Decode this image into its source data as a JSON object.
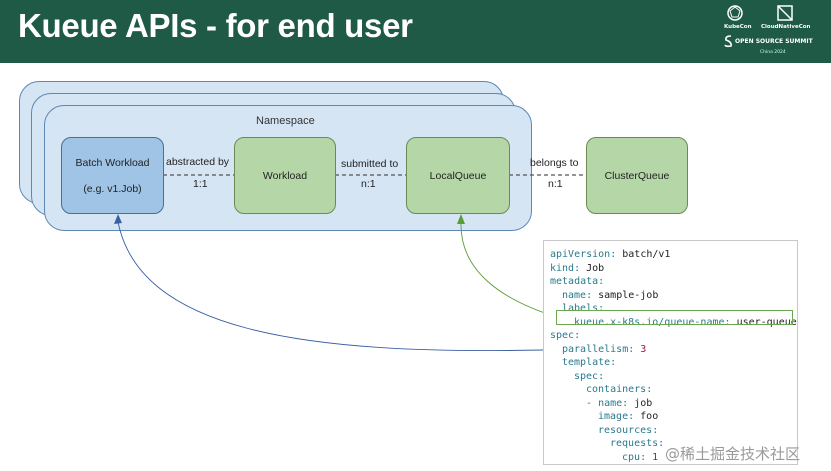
{
  "header": {
    "title": "Kueue APIs - for end user",
    "logos": {
      "kubecon": "KubeCon",
      "cloudnativecon": "CloudNativeCon",
      "oss": "OPEN SOURCE SUMMIT",
      "event": "China 2024"
    }
  },
  "diagram": {
    "namespace_label": "Namespace",
    "nodes": {
      "batch_workload_line1": "Batch Workload",
      "batch_workload_line2": "(e.g. v1.Job)",
      "workload": "Workload",
      "local_queue": "LocalQueue",
      "cluster_queue": "ClusterQueue"
    },
    "edges": {
      "e1_label": "abstracted by",
      "e1_ratio": "1:1",
      "e2_label": "submitted to",
      "e2_ratio": "n:1",
      "e3_label": "belongs to",
      "e3_ratio": "n:1"
    }
  },
  "yaml": {
    "l1_key": "apiVersion",
    "l1_val": "batch/v1",
    "l2_key": "kind",
    "l2_val": "Job",
    "l3_key": "metadata",
    "l4_key": "name",
    "l4_val": "sample-job",
    "l5_key": "labels",
    "l6_key": "kueue.x-k8s.io/queue-name",
    "l6_val": "user-queue",
    "l7_key": "spec",
    "l8_key": "parallelism",
    "l8_val": "3",
    "l9_key": "template",
    "l10_key": "spec",
    "l11_key": "containers",
    "l12_dash": "-",
    "l12_key": "name",
    "l12_val": "job",
    "l13_key": "image",
    "l13_val": "foo",
    "l14_key": "resources",
    "l15_key": "requests",
    "l16_key": "cpu",
    "l16_val": "1"
  },
  "watermark": "@稀土掘金技术社区",
  "colors": {
    "header_bg": "#1e5a45",
    "namespace_fill": "#d5e5f4",
    "green_node": "#b5d7a8",
    "blue_node": "#9fc4e6",
    "yaml_key": "#2a7a8c",
    "yaml_number": "#a3155a",
    "highlight_border": "#6aa84f"
  }
}
